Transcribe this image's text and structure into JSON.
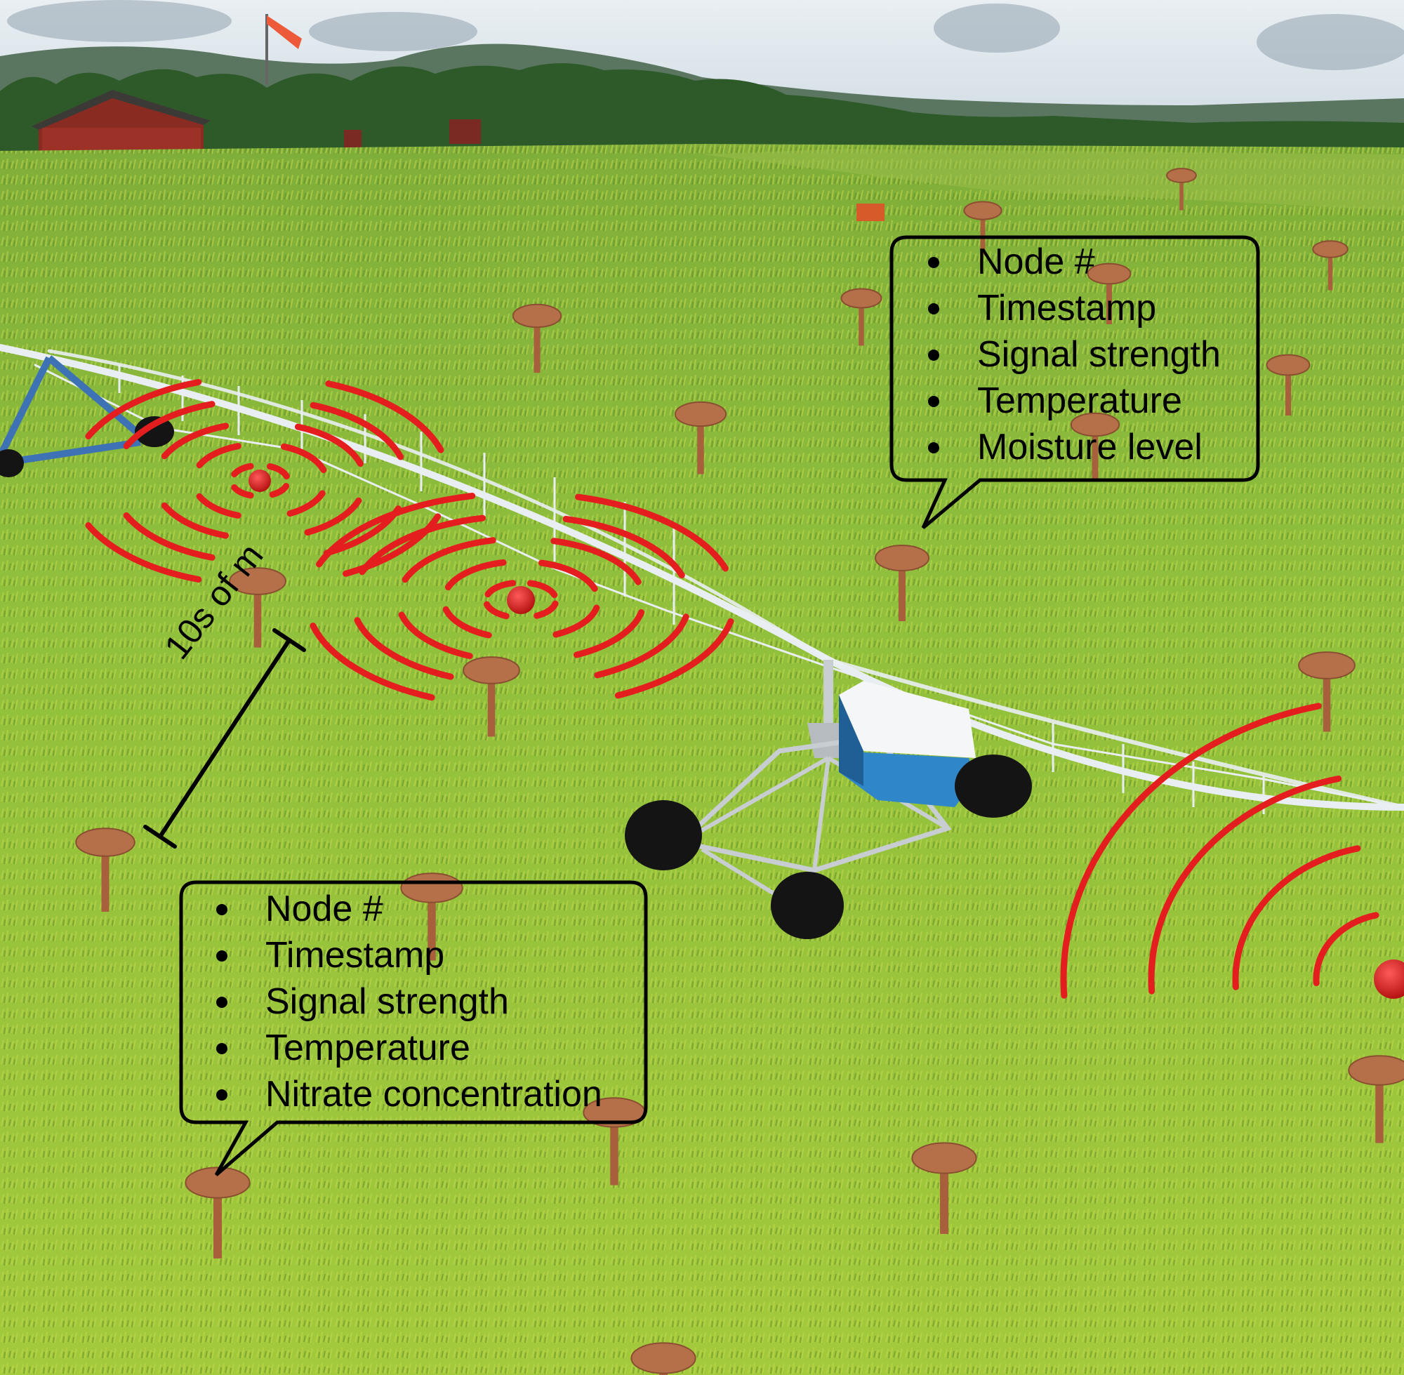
{
  "callouts": {
    "top": {
      "items": [
        "Node #",
        "Timestamp",
        "Signal strength",
        "Temperature",
        "Moisture level"
      ]
    },
    "bottom": {
      "items": [
        "Node #",
        "Timestamp",
        "Signal strength",
        "Temperature",
        "Nitrate concentration"
      ]
    }
  },
  "scale_bar": {
    "label": "10s of m"
  },
  "colors": {
    "sky": "#dde8ef",
    "field_far": "#8dbb3f",
    "field_near": "#9cc53a",
    "sensor_node": "#b5704a",
    "signal_wave": "#e41e1e",
    "pivot_truss": "#e8eef2",
    "control_box_blue": "#2f86c8",
    "barn_red": "#8a2b22"
  }
}
